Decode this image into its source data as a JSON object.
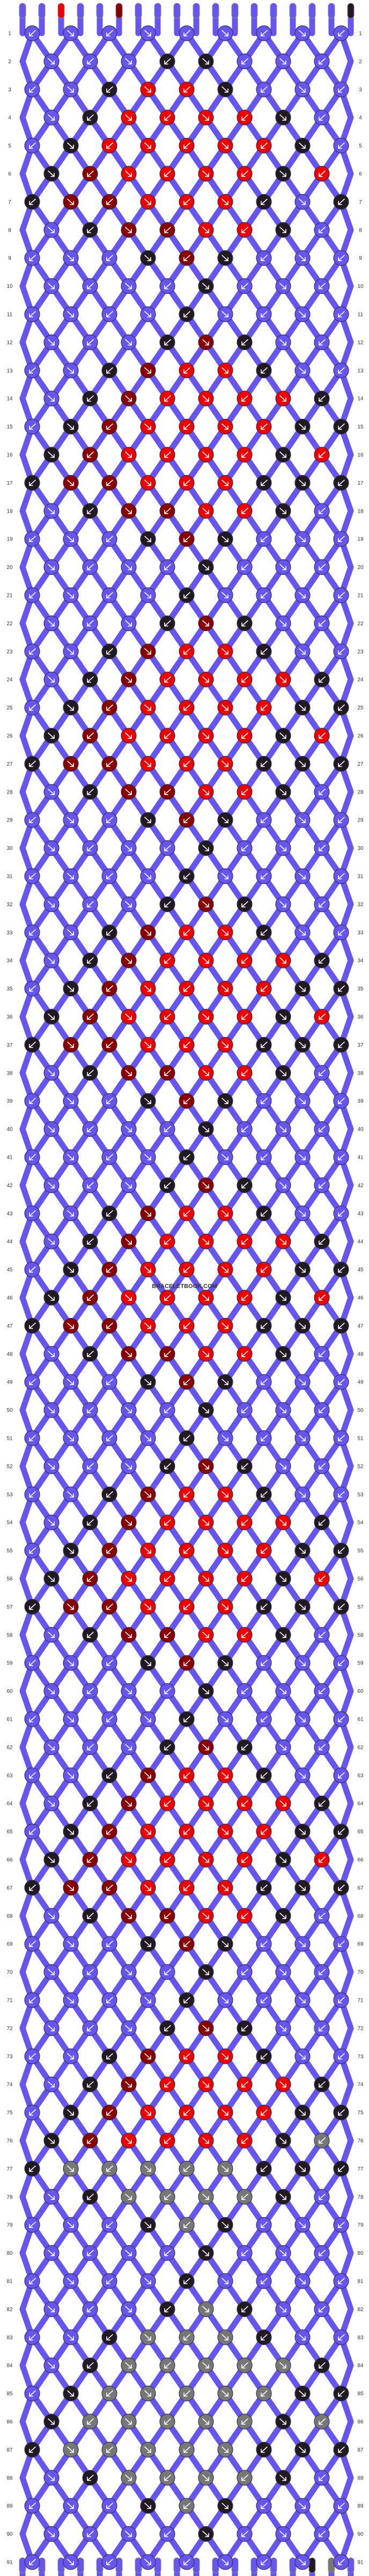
{
  "pattern": {
    "strand_count": 18,
    "row_count": 91,
    "strands_left_to_right": [
      "purple",
      "purple",
      "red",
      "purple",
      "purple",
      "crimson",
      "purple",
      "purple",
      "purple",
      "purple",
      "purple",
      "purple",
      "purple",
      "purple",
      "purple",
      "purple",
      "purple",
      "black"
    ],
    "strands_exiting_left_to_right": [
      "purple",
      "purple",
      "purple",
      "purple",
      "purple",
      "purple",
      "purple",
      "purple",
      "purple",
      "purple",
      "purple",
      "purple",
      "purple",
      "purple",
      "purple",
      "black",
      "gray",
      "purple"
    ],
    "colors": {
      "purple": "#6655ee",
      "red": "#ee0000",
      "crimson": "#880000",
      "black": "#221a22",
      "gray": "#777777",
      "background": "#ffffff",
      "thread_edge": "#888888"
    },
    "knot_fill_rows": {
      "1": ".........",
      "2": "...KK....",
      "3": "..KRRK...",
      "4": ".KRRRRK..",
      "5": ".KRRRRRK.",
      "6": "KMRRRRKRK",
      "7": "KMMRRRK.K",
      "8": ".KMMRRK..",
      "9": "...KMK...",
      "10": "....K....",
      "11": "....K....",
      "12": "...KMK...",
      "13": "..KMRRK..",
      "14": ".KMRRRRK.",
      "15": ".KMRRRRKK",
      "16": "KMRRRRKRK",
      "17": "KMMRRRKKK",
      "18": ".KMMRRK..",
      "19": "...KMK...",
      "20": "....K....",
      "21": "....K....",
      "22": "...KMK...",
      "23": "..KMRRK..",
      "24": ".KMRRRRK.",
      "25": ".KMRRRRKK",
      "26": "KMRRRRKRK",
      "27": "KMMRRRKKK",
      "28": ".KMMRRK..",
      "29": "...KMK...",
      "30": "....K....",
      "31": "....K....",
      "32": "...KMK...",
      "33": "..KMRRK..",
      "34": ".KMRRRRK.",
      "35": ".KMRRRRKK",
      "36": "KMRRRRKRK",
      "37": "KMMRRRKKK",
      "38": ".KMMRRK..",
      "39": "...KMK...",
      "40": "....K....",
      "41": "....K....",
      "42": "...KMK...",
      "43": "..KMRRK..",
      "44": ".KMRRRRK.",
      "45": ".KMRRRRKK",
      "46": "KMRRRRKRK",
      "47": "KMMRRRKKK",
      "48": ".KMMRRK..",
      "49": "...KMK...",
      "50": "....K....",
      "51": "....K....",
      "52": "...KMK...",
      "53": "..KMRRK..",
      "54": ".KMRRRRK.",
      "55": ".KMRRRRKK",
      "56": "KMRRRRKRK",
      "57": "KMMRRRKKK",
      "58": ".KMMRRK..",
      "59": "...KMK...",
      "60": "....K....",
      "61": "....K....",
      "62": "...KMK...",
      "63": "..KMRRK..",
      "64": ".KMRRRRK.",
      "65": ".KMRRRRKK",
      "66": "KMRRRRKRK",
      "67": "KMMRRRKKK",
      "68": ".KMMRRK..",
      "69": "...KMK...",
      "70": "....K....",
      "71": "....K....",
      "72": "...KMK...",
      "73": "..KMRRK..",
      "74": ".KMRRRRK.",
      "75": ".KMRRRRKK",
      "76": "KMRRRRKGK",
      "77": "KGGGGGKKK",
      "78": ".KGGGGK..",
      "79": "...KGK...",
      "80": "....K....",
      "81": "....K....",
      "82": "...KGK...",
      "83": "..KGGGK..",
      "84": ".KGGGGGK.",
      "85": ".KGGGGGKK",
      "86": "KGGGGGKGK",
      "87": "KGGGGGKKK",
      "88": ".KGGGGK..",
      "89": "...KGK...",
      "90": "....K....",
      "91": "........."
    },
    "fill_legend": {
      ".": "purple",
      "R": "red",
      "M": "crimson",
      "K": "black",
      "G": "gray"
    }
  },
  "watermark": {
    "text": "BRACELETBOOK.COM",
    "color": "#333333"
  }
}
